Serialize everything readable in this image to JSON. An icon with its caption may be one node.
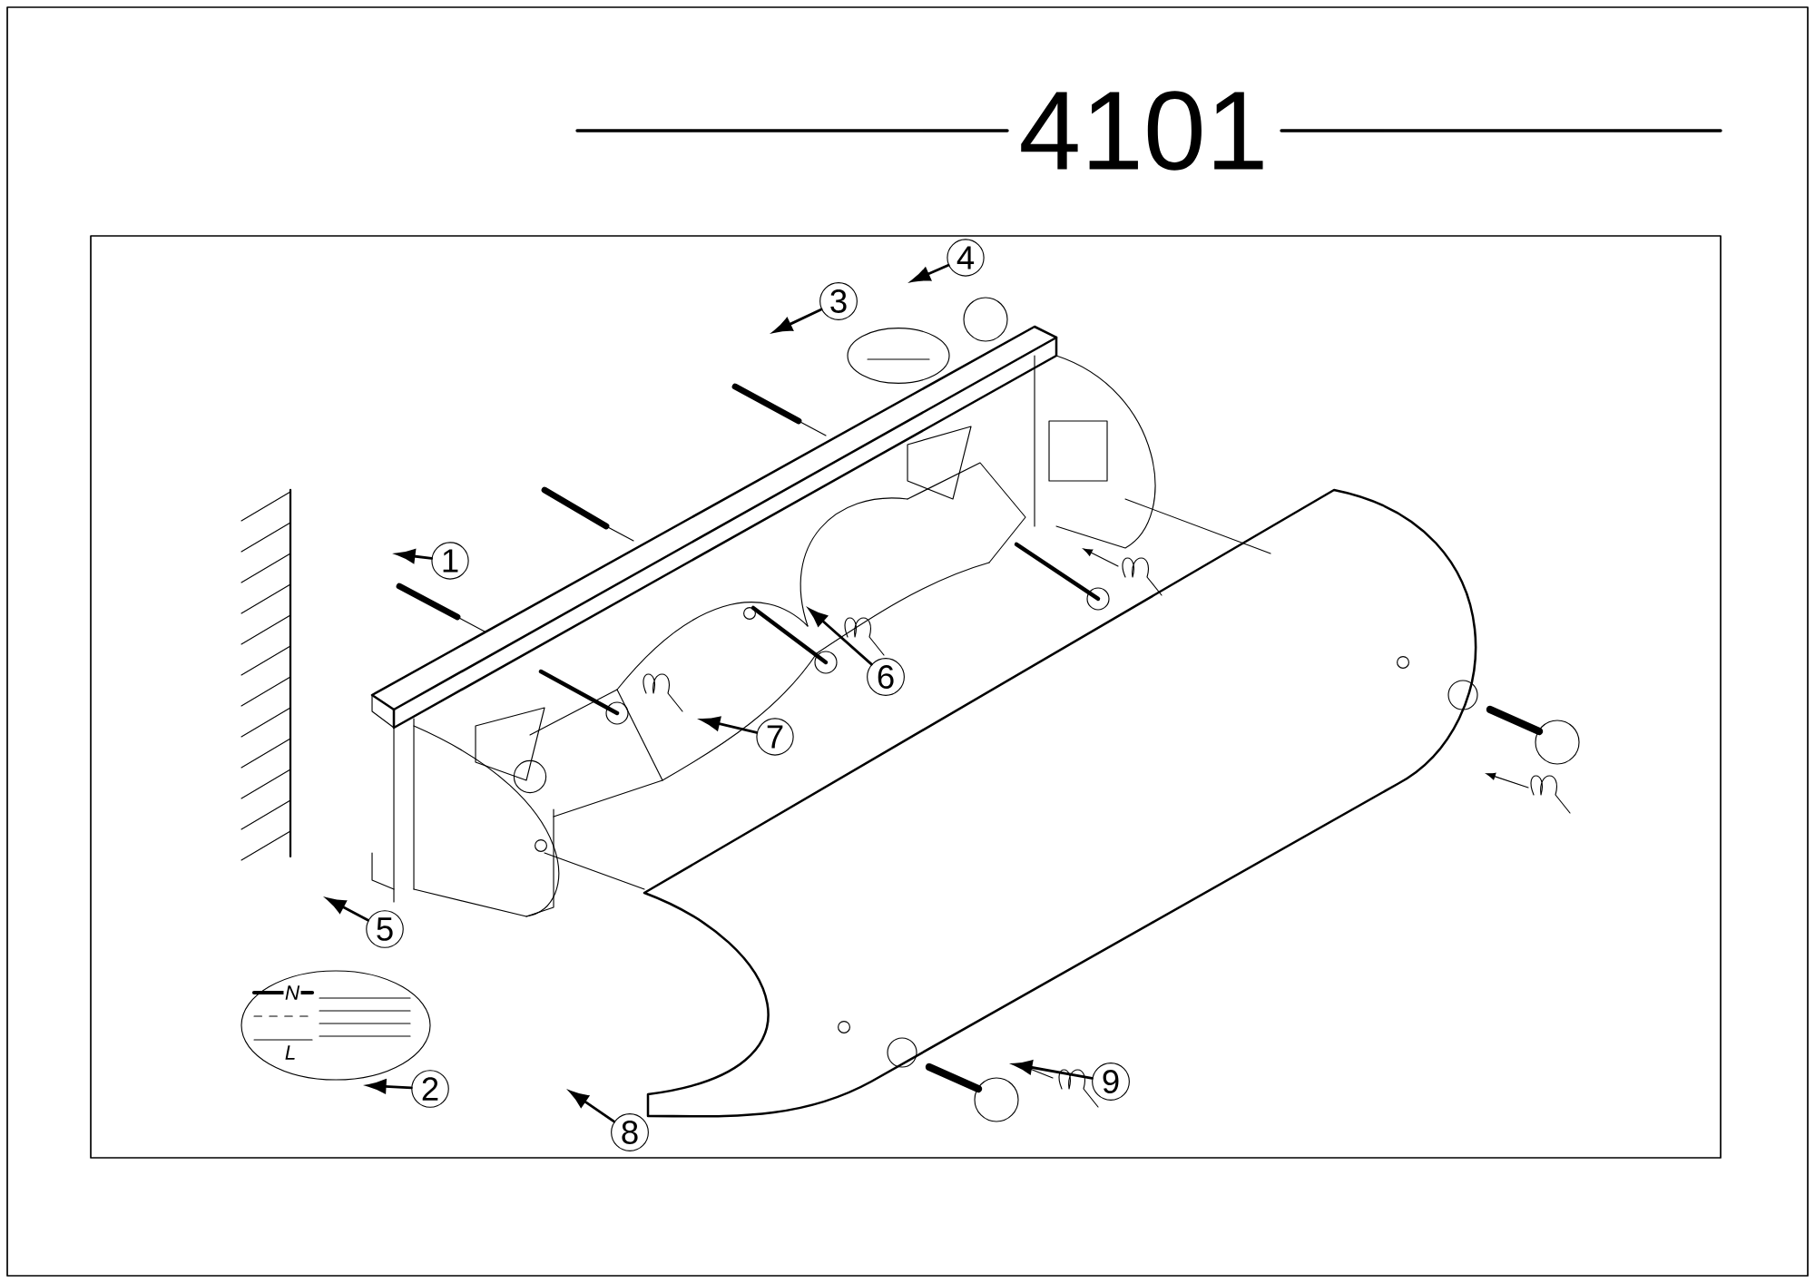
{
  "diagram": {
    "title": "4101",
    "nodes": [
      {
        "text": [
          "1"
        ]
      },
      {
        "text": [
          "2"
        ]
      },
      {
        "text": [
          "3"
        ]
      },
      {
        "text": [
          "4"
        ]
      },
      {
        "text": [
          "5"
        ]
      },
      {
        "text": [
          "6"
        ]
      },
      {
        "text": [
          "7"
        ]
      },
      {
        "text": [
          "8"
        ]
      },
      {
        "text": [
          "9"
        ]
      }
    ],
    "edges": [
      {
        "from": 0,
        "to": null,
        "arrow": "to"
      },
      {
        "from": 1,
        "to": null,
        "arrow": "to"
      },
      {
        "from": 2,
        "to": null,
        "arrow": "to"
      },
      {
        "from": 3,
        "to": null,
        "arrow": "to"
      },
      {
        "from": 4,
        "to": null,
        "arrow": "to"
      },
      {
        "from": 5,
        "to": null,
        "arrow": "to"
      },
      {
        "from": 6,
        "to": null,
        "arrow": "to"
      },
      {
        "from": 7,
        "to": null,
        "arrow": "to"
      },
      {
        "from": 8,
        "to": null,
        "arrow": "to"
      }
    ],
    "labels": [
      "N",
      "L"
    ]
  }
}
